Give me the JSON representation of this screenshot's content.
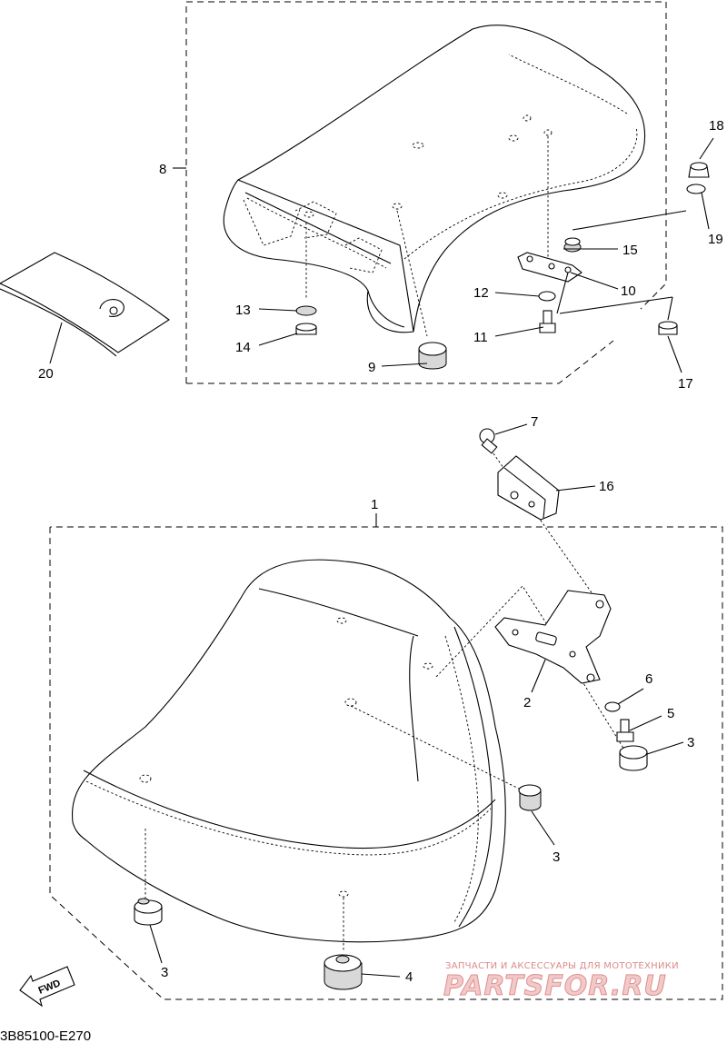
{
  "labels": {
    "p1": "1",
    "p2": "2",
    "p3a": "3",
    "p3b": "3",
    "p3c": "3",
    "p4": "4",
    "p5": "5",
    "p6": "6",
    "p7": "7",
    "p8": "8",
    "p9": "9",
    "p10": "10",
    "p11": "11",
    "p12": "12",
    "p13": "13",
    "p14": "14",
    "p15": "15",
    "p16": "16",
    "p17": "17",
    "p18": "18",
    "p19": "19",
    "p20": "20"
  },
  "diagram_code": "3B85100-E270",
  "fwd_label": "FWD",
  "watermark": {
    "tagline": "ЗАПЧАСТИ И АКСЕССУАРЫ ДЛЯ МОТОТЕХНИКИ",
    "brand": "PARTSFOR.RU"
  }
}
